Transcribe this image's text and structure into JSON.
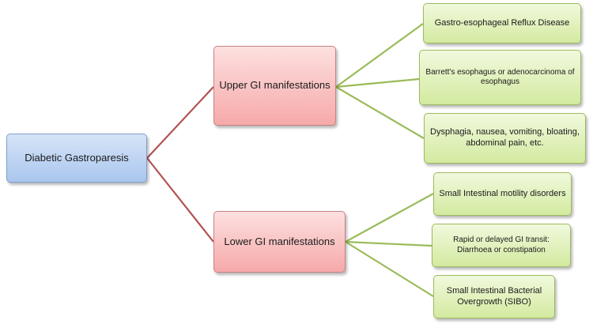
{
  "colors": {
    "root_fill": "#bcd3f3",
    "branch_fill": "#f9c2c2",
    "leaf_fill": "#e2f2bd",
    "root_to_branch_line": "#b35252",
    "branch_to_leaf_line": "#9bbb59"
  },
  "root": {
    "label": "Diabetic Gastroparesis"
  },
  "branches": [
    {
      "label": "Upper GI manifestations",
      "leaves": [
        "Gastro-esophageal Reflux Disease",
        "Barrett's esophagus or adenocarcinoma of esophagus",
        "Dysphagia, nausea, vomiting, bloating, abdominal pain, etc."
      ]
    },
    {
      "label": "Lower GI manifestations",
      "leaves": [
        "Small Intestinal motility disorders",
        "Rapid or delayed GI transit: Diarrhoea or constipation",
        "Small Intestinal Bacterial Overgrowth (SIBO)"
      ]
    }
  ]
}
